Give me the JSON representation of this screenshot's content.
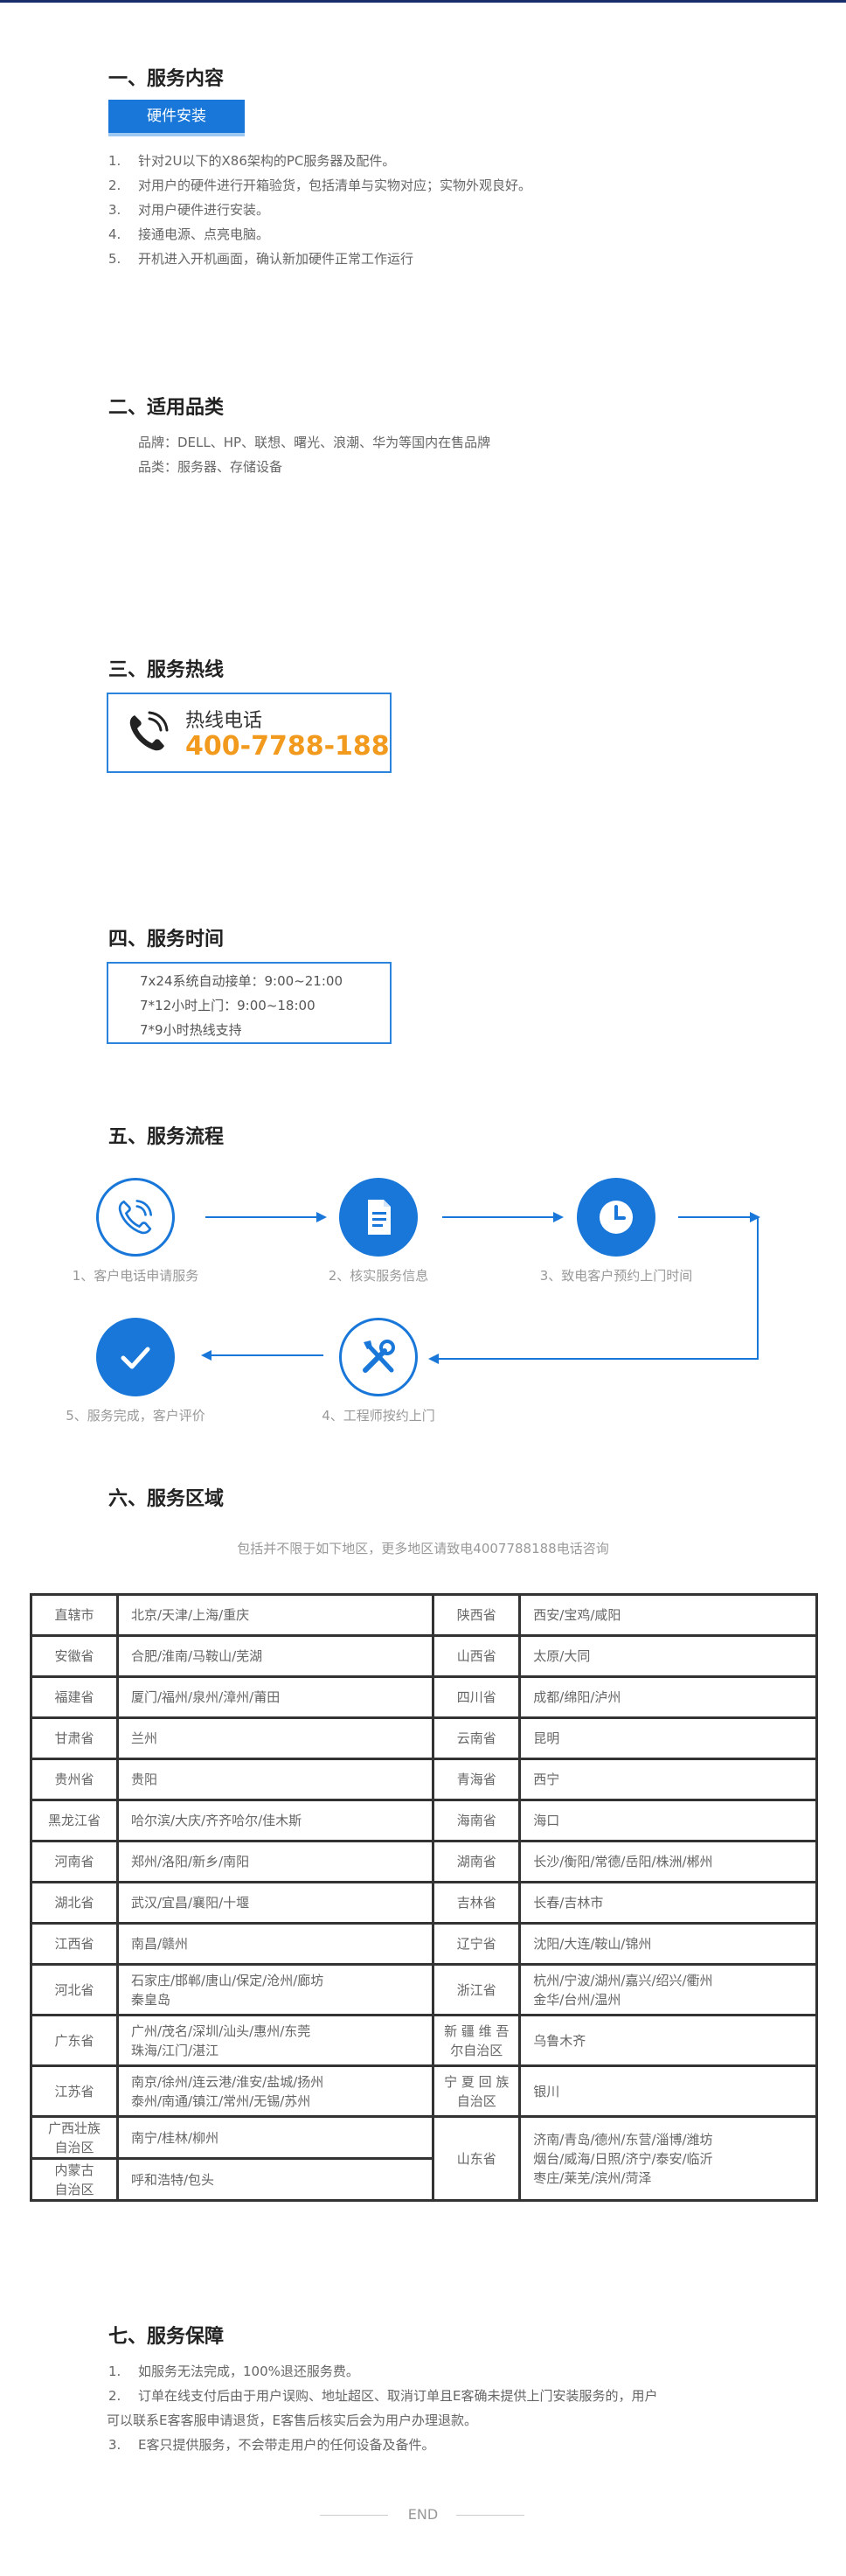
{
  "s1": {
    "title": "一、服务内容",
    "tag": "硬件安装",
    "items": [
      {
        "num": "1.",
        "text": "针对2U以下的X86架构的PC服务器及配件。"
      },
      {
        "num": "2.",
        "text": "对用户的硬件进行开箱验货，包括清单与实物对应；实物外观良好。"
      },
      {
        "num": "3.",
        "text": "对用户硬件进行安装。"
      },
      {
        "num": "4.",
        "text": "接通电源、点亮电脑。"
      },
      {
        "num": "5.",
        "text": "开机进入开机画面，确认新加硬件正常工作运行"
      }
    ]
  },
  "s2": {
    "title": "二、适用品类",
    "brand": "品牌：DELL、HP、联想、曙光、浪潮、华为等国内在售品牌",
    "category": "品类：服务器、存储设备"
  },
  "s3": {
    "title": "三、服务热线",
    "label": "热线电话",
    "phone": "400-7788-188",
    "phone_icon": "phone-icon"
  },
  "s4": {
    "title": "四、服务时间",
    "lines": [
      "7x24系统自动接单：9:00~21:00",
      "7*12小时上门：9:00~18:00",
      "7*9小时热线支持"
    ]
  },
  "s5": {
    "title": "五、服务流程",
    "steps": [
      {
        "label": "1、客户电话申请服务",
        "icon": "phone-icon"
      },
      {
        "label": "2、核实服务信息",
        "icon": "document-icon"
      },
      {
        "label": "3、致电客户预约上门时间",
        "icon": "clock-icon"
      },
      {
        "label": "4、工程师按约上门",
        "icon": "tools-icon"
      },
      {
        "label": "5、服务完成，客户评价",
        "icon": "check-icon"
      }
    ]
  },
  "s6": {
    "title": "六、服务区域",
    "note": "包括并不限于如下地区，更多地区请致电4007788188电话咨询",
    "rows": [
      {
        "p1": "直辖市",
        "c1": "北京/天津/上海/重庆",
        "p2": "陕西省",
        "c2": "西安/宝鸡/咸阳"
      },
      {
        "p1": "安徽省",
        "c1": "合肥/淮南/马鞍山/芜湖",
        "p2": "山西省",
        "c2": "太原/大同"
      },
      {
        "p1": "福建省",
        "c1": "厦门/福州/泉州/漳州/莆田",
        "p2": "四川省",
        "c2": "成都/绵阳/泸州"
      },
      {
        "p1": "甘肃省",
        "c1": "兰州",
        "p2": "云南省",
        "c2": "昆明"
      },
      {
        "p1": "贵州省",
        "c1": "贵阳",
        "p2": "青海省",
        "c2": "西宁"
      },
      {
        "p1": "黑龙江省",
        "c1": "哈尔滨/大庆/齐齐哈尔/佳木斯",
        "p2": "海南省",
        "c2": "海口"
      },
      {
        "p1": "河南省",
        "c1": "郑州/洛阳/新乡/南阳",
        "p2": "湖南省",
        "c2": "长沙/衡阳/常德/岳阳/株洲/郴州"
      },
      {
        "p1": "湖北省",
        "c1": "武汉/宜昌/襄阳/十堰",
        "p2": "吉林省",
        "c2": "长春/吉林市"
      },
      {
        "p1": "江西省",
        "c1": "南昌/赣州",
        "p2": "辽宁省",
        "c2": "沈阳/大连/鞍山/锦州"
      },
      {
        "p1": "河北省",
        "c1": "石家庄/邯郸/唐山/保定/沧州/廊坊\n秦皇岛",
        "p2": "浙江省",
        "c2": "杭州/宁波/湖州/嘉兴/绍兴/衢州\n金华/台州/温州"
      },
      {
        "p1": "广东省",
        "c1": "广州/茂名/深圳/汕头/惠州/东莞\n珠海/江门/湛江",
        "p2": "新 疆 维 吾\n尔自治区",
        "c2": "乌鲁木齐"
      },
      {
        "p1": "江苏省",
        "c1": "南京/徐州/连云港/淮安/盐城/扬州\n泰州/南通/镇江/常州/无锡/苏州",
        "p2": "宁 夏 回 族\n自治区",
        "c2": "银川"
      }
    ],
    "last": {
      "p1a": "广西壮族\n自治区",
      "c1a": "南宁/桂林/柳州",
      "p1b": "内蒙古\n自治区",
      "c1b": "呼和浩特/包头",
      "p2": "山东省",
      "c2": "济南/青岛/德州/东营/淄博/潍坊\n烟台/威海/日照/济宁/泰安/临沂\n枣庄/莱芜/滨州/菏泽"
    }
  },
  "s7": {
    "title": "七、服务保障",
    "items": [
      {
        "num": "1.",
        "text": "如服务无法完成，100%退还服务费。"
      },
      {
        "num": "2.",
        "text": "订单在线支付后由于用户误购、地址超区、取消订单且E客确未提供上门安装服务的，用户"
      },
      {
        "num": "",
        "text": "可以联系E客客服申请退货，E客售后核实后会为用户办理退款。"
      },
      {
        "num": "3.",
        "text": "E客只提供服务，不会带走用户的任何设备及备件。"
      }
    ]
  },
  "end": "END",
  "colors": {
    "accent": "#1877d8",
    "orange": "#f29a1e",
    "navy": "#1a2d6b"
  }
}
